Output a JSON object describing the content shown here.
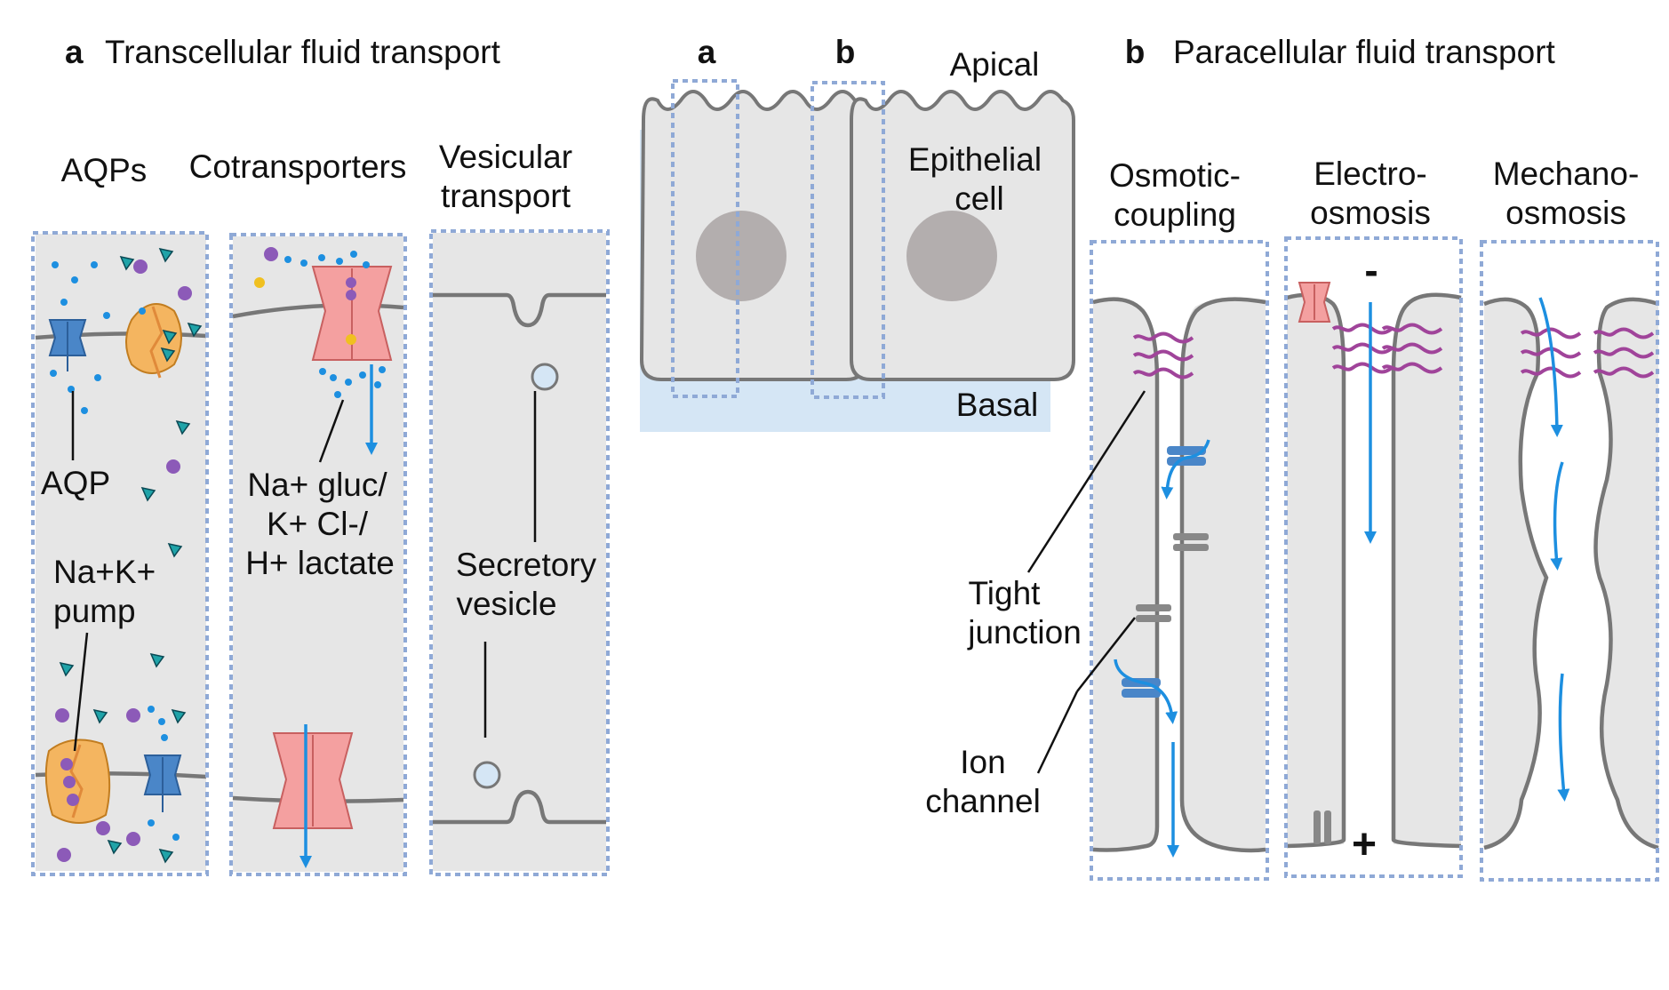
{
  "panel_a": {
    "letter": "a",
    "title": "Transcellular fluid transport",
    "columns": [
      "AQPs",
      "Cotransporters",
      "Vesicular",
      "transport"
    ],
    "labels": {
      "aqp": "AQP",
      "pump_line1": "Na+K+",
      "pump_line2": "pump",
      "cotransporter_line1": "Na+ gluc/",
      "cotransporter_line2": "K+ Cl-/",
      "cotransporter_line3": "H+ lactate",
      "vesicle_line1": "Secretory",
      "vesicle_line2": "vesicle"
    }
  },
  "overview": {
    "marker_a": "a",
    "marker_b": "b",
    "apical": "Apical",
    "basal": "Basal",
    "cell_line1": "Epithelial",
    "cell_line2": "cell"
  },
  "panel_b": {
    "letter": "b",
    "title": "Paracellular fluid transport",
    "columns": [
      {
        "line1": "Osmotic-",
        "line2": "coupling"
      },
      {
        "line1": "Electro-",
        "line2": "osmosis"
      },
      {
        "line1": "Mechano-",
        "line2": "osmosis"
      }
    ],
    "labels": {
      "tight_line1": "Tight",
      "tight_line2": "junction",
      "ion_line1": "Ion",
      "ion_line2": "channel",
      "minus": "-",
      "plus": "+"
    }
  },
  "colors": {
    "cell": "#e6e6e6",
    "membrane": "#777777",
    "dashed_box": "#8fa9d6",
    "arrow": "#1d8fe0",
    "aqp_channel": "#4a86c8",
    "pump": "#f4b560",
    "cotransporter": "#f4a0a0",
    "tight_junction": "#a0449a",
    "basal_band": "#d5e6f5",
    "nucleus": "#b3aeae"
  }
}
